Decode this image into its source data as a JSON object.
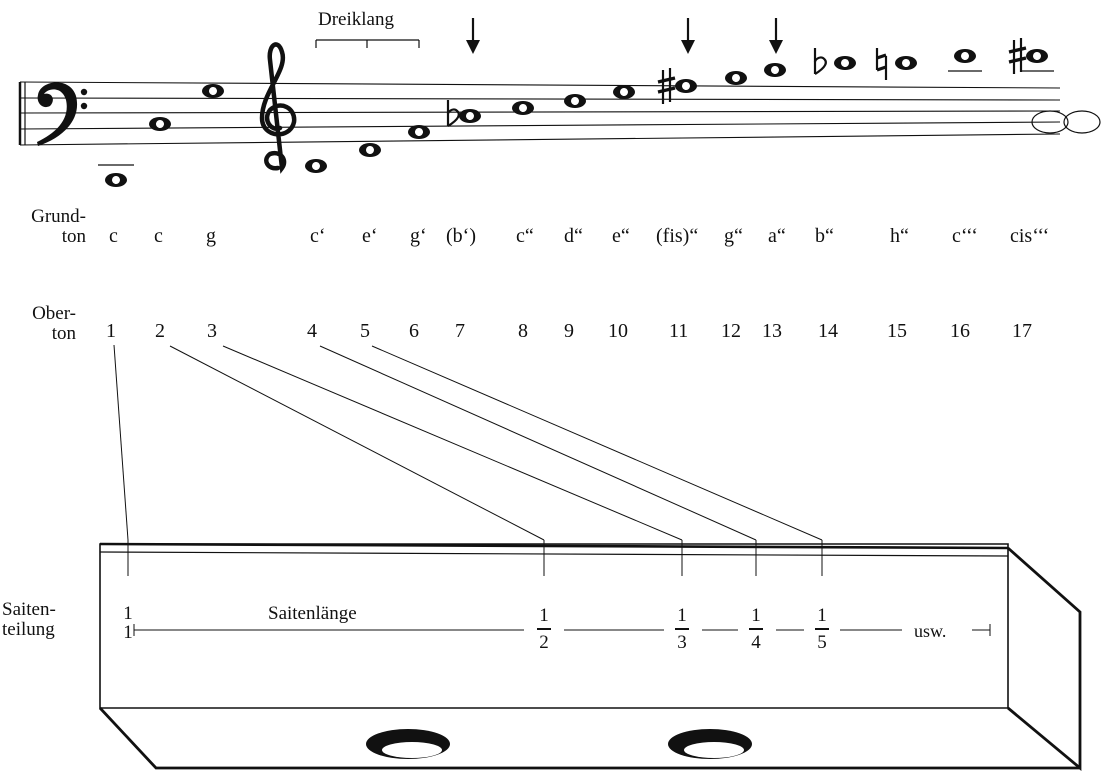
{
  "header": {
    "dreiklang": "Dreiklang"
  },
  "rows": {
    "grundton_label_1": "Grund-",
    "grundton_label_2": "ton",
    "oberton_label_1": "Ober-",
    "oberton_label_2": "ton",
    "saiten_label_1": "Saiten-",
    "saiten_label_2": "teilung"
  },
  "grundton_notes": [
    "c",
    "c",
    "g",
    "c‘",
    "e‘",
    "g‘",
    "(b‘)",
    "c“",
    "d“",
    "e“",
    "(fis)“",
    "g“",
    "a“",
    "b“",
    "h“",
    "c‘‘‘",
    "cis‘‘‘"
  ],
  "oberton_numbers": [
    "1",
    "2",
    "3",
    "4",
    "5",
    "6",
    "7",
    "8",
    "9",
    "10",
    "11",
    "12",
    "13",
    "14",
    "15",
    "16",
    "17"
  ],
  "string": {
    "length_label": "Saitenlänge",
    "etc_label": "usw.",
    "fractions": [
      {
        "num": "1",
        "den": "1"
      },
      {
        "num": "1",
        "den": "2"
      },
      {
        "num": "1",
        "den": "3"
      },
      {
        "num": "1",
        "den": "4"
      },
      {
        "num": "1",
        "den": "5"
      }
    ]
  },
  "highlighted_overtones": [
    "7",
    "11",
    "13"
  ],
  "colors": {
    "ink": "#111111",
    "paper": "#ffffff"
  }
}
